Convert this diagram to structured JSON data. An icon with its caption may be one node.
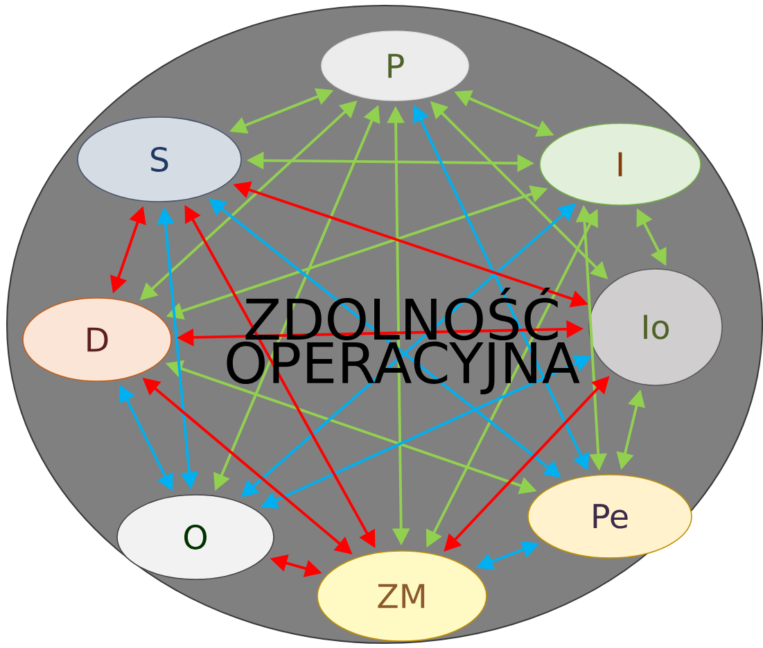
{
  "diagram": {
    "nodes": [
      {
        "text": [
          "ZDOLNOŚĆ OPERACYJNA"
        ]
      },
      {
        "text": [
          "P"
        ],
        "in": 0
      },
      {
        "text": [
          "S"
        ],
        "in": 0
      },
      {
        "text": [
          "I"
        ],
        "in": 0
      },
      {
        "text": [
          "D"
        ],
        "in": 0
      },
      {
        "text": [
          "Io"
        ],
        "in": 0
      },
      {
        "text": [
          "O"
        ],
        "in": 0
      },
      {
        "text": [
          "ZM"
        ],
        "in": 0
      },
      {
        "text": [
          "Pe"
        ],
        "in": 0
      }
    ],
    "edges": [
      {
        "from": 2,
        "to": 1,
        "arrow": "both"
      },
      {
        "from": 1,
        "to": 3,
        "arrow": "both"
      },
      {
        "from": 2,
        "to": 3,
        "arrow": "both"
      },
      {
        "from": 4,
        "to": 1,
        "arrow": "both"
      },
      {
        "from": 6,
        "to": 1,
        "arrow": "both"
      },
      {
        "from": 7,
        "to": 1,
        "arrow": "both"
      },
      {
        "from": 1,
        "to": 5,
        "arrow": "both"
      },
      {
        "from": 3,
        "to": 4,
        "arrow": "both"
      },
      {
        "from": 3,
        "to": 7,
        "arrow": "both"
      },
      {
        "from": 3,
        "to": 8,
        "arrow": "both"
      },
      {
        "from": 3,
        "to": 5,
        "arrow": "both"
      },
      {
        "from": 5,
        "to": 8,
        "arrow": "both"
      },
      {
        "from": 4,
        "to": 8,
        "arrow": "both"
      },
      {
        "from": 1,
        "to": 8,
        "arrow": "both",
        "color": "#00b0f0"
      },
      {
        "from": 2,
        "to": 6,
        "arrow": "both",
        "color": "#00b0f0"
      },
      {
        "from": 2,
        "to": 8,
        "arrow": "both",
        "color": "#00b0f0"
      },
      {
        "from": 3,
        "to": 6,
        "arrow": "both",
        "color": "#00b0f0"
      },
      {
        "from": 5,
        "to": 6,
        "arrow": "both",
        "color": "#00b0f0"
      },
      {
        "from": 4,
        "to": 6,
        "arrow": "both",
        "color": "#00b0f0"
      },
      {
        "from": 7,
        "to": 8,
        "arrow": "both",
        "color": "#00b0f0"
      },
      {
        "from": 2,
        "to": 5,
        "arrow": "both",
        "color": "#ff0000"
      },
      {
        "from": 4,
        "to": 5,
        "arrow": "both",
        "color": "#ff0000"
      },
      {
        "from": 2,
        "to": 7,
        "arrow": "both",
        "color": "#ff0000"
      },
      {
        "from": 4,
        "to": 7,
        "arrow": "both",
        "color": "#ff0000"
      },
      {
        "from": 5,
        "to": 7,
        "arrow": "both",
        "color": "#ff0000"
      },
      {
        "from": 2,
        "to": 4,
        "arrow": "both",
        "color": "#ff0000"
      },
      {
        "from": 6,
        "to": 7,
        "arrow": "both",
        "color": "#ff0000"
      }
    ]
  }
}
